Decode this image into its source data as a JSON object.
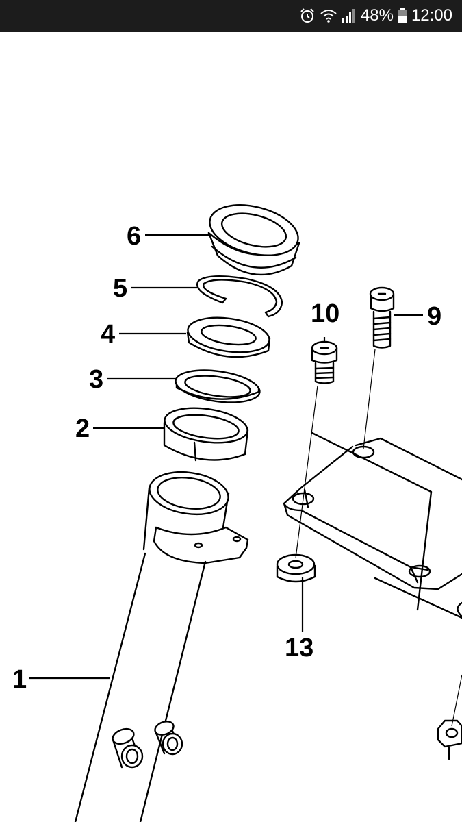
{
  "status_bar": {
    "battery_percent": "48%",
    "time": "12:00",
    "icons": [
      "alarm-icon",
      "wifi-icon",
      "signal-icon",
      "battery-icon"
    ]
  },
  "diagram": {
    "callouts": {
      "c1": "1",
      "c2": "2",
      "c3": "3",
      "c4": "4",
      "c5": "5",
      "c6": "6",
      "c9": "9",
      "c10": "10",
      "c13": "13"
    }
  }
}
